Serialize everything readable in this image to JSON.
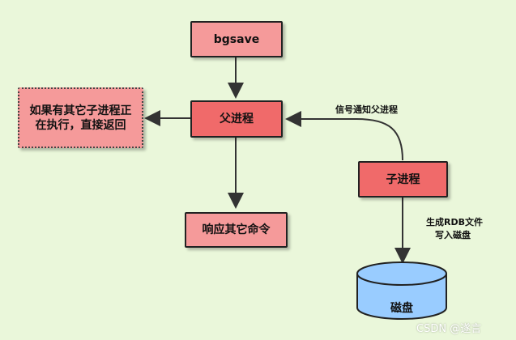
{
  "nodes": {
    "bgsave": "bgsave",
    "parent": "父进程",
    "child": "子进程",
    "other_running": "如果有其它子进程正在执行，直接返回",
    "respond": "响应其它命令",
    "disk": "磁盘"
  },
  "edges": {
    "signal_parent": "信号通知父进程",
    "write_disk_line1": "生成RDB文件",
    "write_disk_line2": "写入磁盘"
  },
  "watermark": "CSDN @遂言",
  "colors": {
    "background": "#eaf7da",
    "box_light": "#f59a9a",
    "box_mid": "#f06a6a",
    "disk": "#99ccff"
  }
}
